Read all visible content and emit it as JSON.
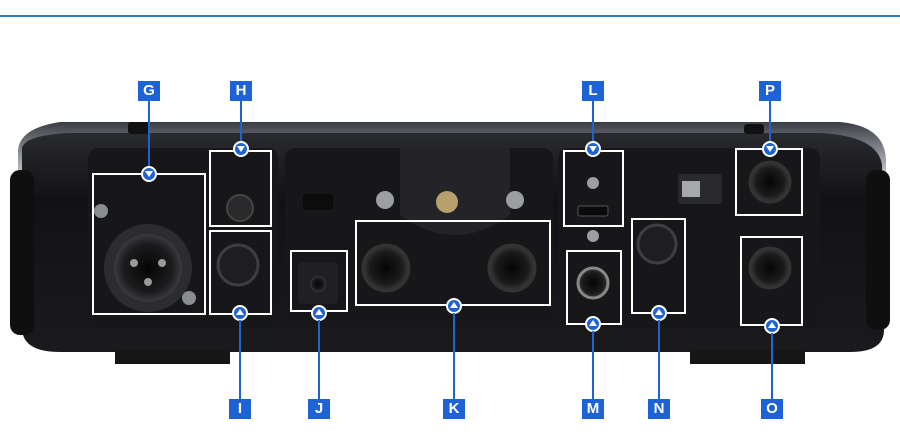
{
  "callouts": {
    "G": "G",
    "H": "H",
    "I": "I",
    "J": "J",
    "K": "K",
    "L": "L",
    "M": "M",
    "N": "N",
    "O": "O",
    "P": "P"
  },
  "colors": {
    "rule": "#2f7fc3",
    "callout": "#1e63d6",
    "body": "#1b1b1d",
    "top_shell": "#b9bec6"
  },
  "icons": [
    "xlr-jack",
    "knob",
    "phantom-switch",
    "headphone-jack",
    "usb-port",
    "power-jack",
    "screw"
  ]
}
